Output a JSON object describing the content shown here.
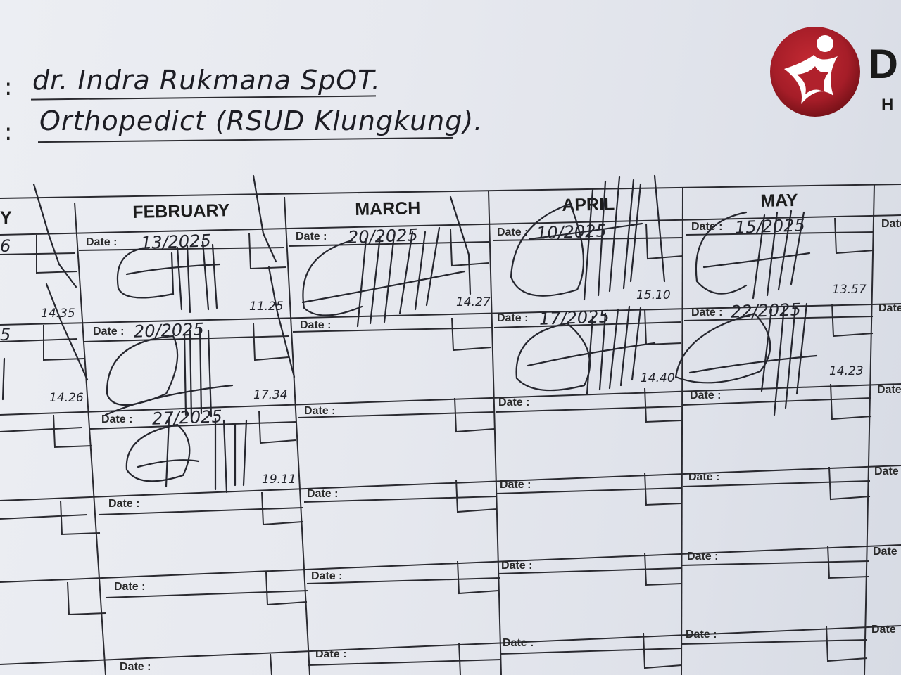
{
  "header": {
    "doctor_name": "dr. Indra Rukmana SpOT.",
    "specialty": "Orthopedict (RSUD Klungkung).",
    "colon": ":"
  },
  "logo": {
    "letter_top": "D",
    "letter_bottom": "H",
    "brand_color": "#b0212c"
  },
  "months": {
    "january_partial": "Y",
    "february": "FEBRUARY",
    "march": "MARCH",
    "april": "APRIL",
    "may": "MAY"
  },
  "date_label": "Date :",
  "date_label_edge": "Date",
  "entries": {
    "feb_1_date": "13/2025",
    "feb_2_date": "20/2025",
    "feb_3_date": "27/2025",
    "mar_1_date": "20/2025",
    "apr_1_date": "10/2025",
    "apr_2_date": "17/2025",
    "may_1_date": "15/2025",
    "may_2_date": "22/2025"
  },
  "times": {
    "jan_1": "14.35",
    "jan_2": "14.26",
    "feb_1": "11.25",
    "feb_2": "17.34",
    "feb_3": "19.11",
    "mar_1": "14.27",
    "apr_1": "15.10",
    "apr_2": "14.40",
    "may_1": "13.57",
    "may_2": "14.23"
  },
  "partial_left": {
    "row1": "6",
    "row2": "5"
  },
  "colors": {
    "ink": "#22232b",
    "grid": "#2a2a30",
    "paper": "#e8eaf0"
  }
}
